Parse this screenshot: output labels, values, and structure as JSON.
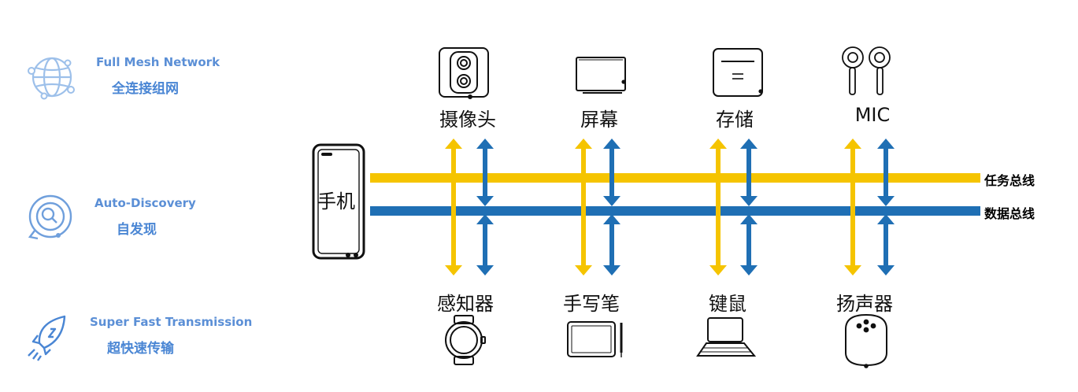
{
  "features": [
    {
      "icon": "globe-network-icon",
      "en": "Full Mesh Network",
      "zh": "全连接组网"
    },
    {
      "icon": "discovery-search-icon",
      "en": "Auto-Discovery",
      "zh": "自发现"
    },
    {
      "icon": "rocket-icon",
      "en": "Super Fast Transmission",
      "zh": "超快速传输"
    }
  ],
  "hub": {
    "label": "手机",
    "icon": "phone-icon"
  },
  "buses": {
    "task": {
      "label": "任务总线",
      "color": "#f5c400"
    },
    "data": {
      "label": "数据总线",
      "color": "#1f6fb4"
    }
  },
  "top_devices": [
    {
      "label": "摄像头",
      "icon": "camera-icon"
    },
    {
      "label": "屏幕",
      "icon": "screen-icon"
    },
    {
      "label": "存储",
      "icon": "storage-icon"
    },
    {
      "label": "MIC",
      "icon": "earbuds-icon"
    }
  ],
  "bottom_devices": [
    {
      "label": "感知器",
      "icon": "watch-icon"
    },
    {
      "label": "手写笔",
      "icon": "tablet-pen-icon"
    },
    {
      "label": "键鼠",
      "icon": "keyboard-tablet-icon"
    },
    {
      "label": "扬声器",
      "icon": "speaker-icon"
    }
  ]
}
